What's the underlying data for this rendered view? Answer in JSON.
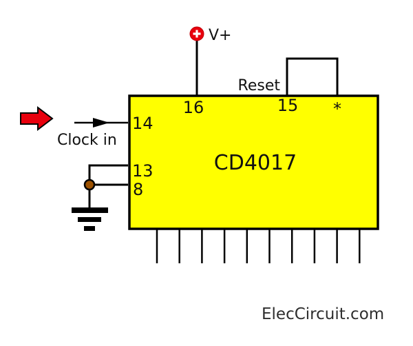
{
  "diagram": {
    "chip_name": "CD4017",
    "pin_labels": {
      "pin16": "16",
      "pin15": "15",
      "pin15_star": "*",
      "pin14": "14",
      "pin13": "13",
      "pin8": "8"
    },
    "annotations": {
      "vplus": "V+",
      "reset": "Reset",
      "clock_in": "Clock in"
    },
    "bottom_pin_count": 10
  },
  "footer": {
    "watermark": "ElecCircuit.com"
  },
  "colors": {
    "background": "#ffffff",
    "chip_fill": "#ffff00",
    "wire": "#000000",
    "accent_red": "#e8000d",
    "junction_brown": "#9c5100",
    "text": "#111111",
    "watermark_text": "#2e2e2e"
  }
}
